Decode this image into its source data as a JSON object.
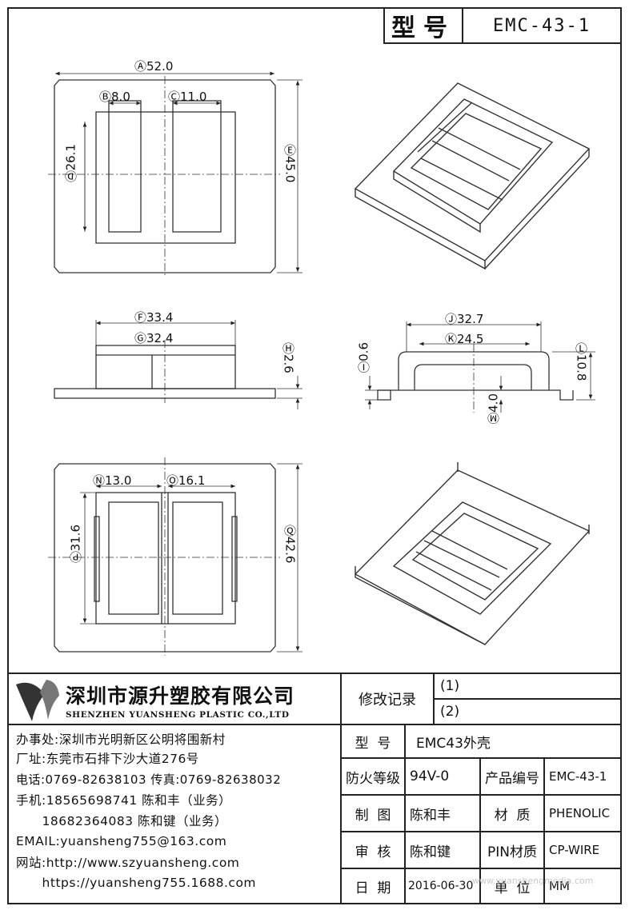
{
  "title_block": {
    "model_label": "型号",
    "model_code": "EMC-43-1"
  },
  "dimensions": {
    "top_view": {
      "A": "52.0",
      "B": "8.0",
      "C": "11.0",
      "D": "26.1",
      "E": "45.0"
    },
    "side_view": {
      "F": "33.4",
      "G": "32.4",
      "H": "2.6"
    },
    "front_view": {
      "J": "32.7",
      "K": "24.5",
      "I": "0.6",
      "L": "10.8",
      "M": "4.0"
    },
    "bottom_view": {
      "N": "13.0",
      "O": "16.1",
      "P": "31.6",
      "Q": "42.6"
    }
  },
  "company": {
    "name_cn": "深圳市源升塑胶有限公司",
    "name_en": "SHENZHEN YUANSHENG PLASTIC CO.,LTD",
    "lines": [
      "办事处:深圳市光明新区公明将围新村",
      "厂址:东莞市石排下沙大道276号",
      "电话:0769-82638103 传真:0769-82638032",
      "手机:18565698741 陈和丰（业务）",
      "      18682364083 陈和键（业务）",
      "EMAIL:yuansheng755@163.com",
      "网站:http://www.szyuansheng.com",
      "      https://yuansheng755.1688.com"
    ]
  },
  "revision": {
    "label": "修改记录",
    "r1": "(1)",
    "r2": "(2)"
  },
  "specs": {
    "model_label": "型  号",
    "model_value": "EMC43外壳",
    "fire_label": "防火等级",
    "fire_value": "94V-0",
    "product_no_label": "产品编号",
    "product_no_value": "EMC-43-1",
    "drawn_label": "制  图",
    "drawn_value": "陈和丰",
    "material_label": "材  质",
    "material_value": "PHENOLIC",
    "review_label": "审  核",
    "review_value": "陈和键",
    "pin_label": "PIN材质",
    "pin_value": "CP-WIRE",
    "date_label": "日  期",
    "date_value": "2016-06-30",
    "unit_label": "单  位",
    "unit_value": "MM"
  },
  "watermark": "www.yuanshengmedia.com"
}
